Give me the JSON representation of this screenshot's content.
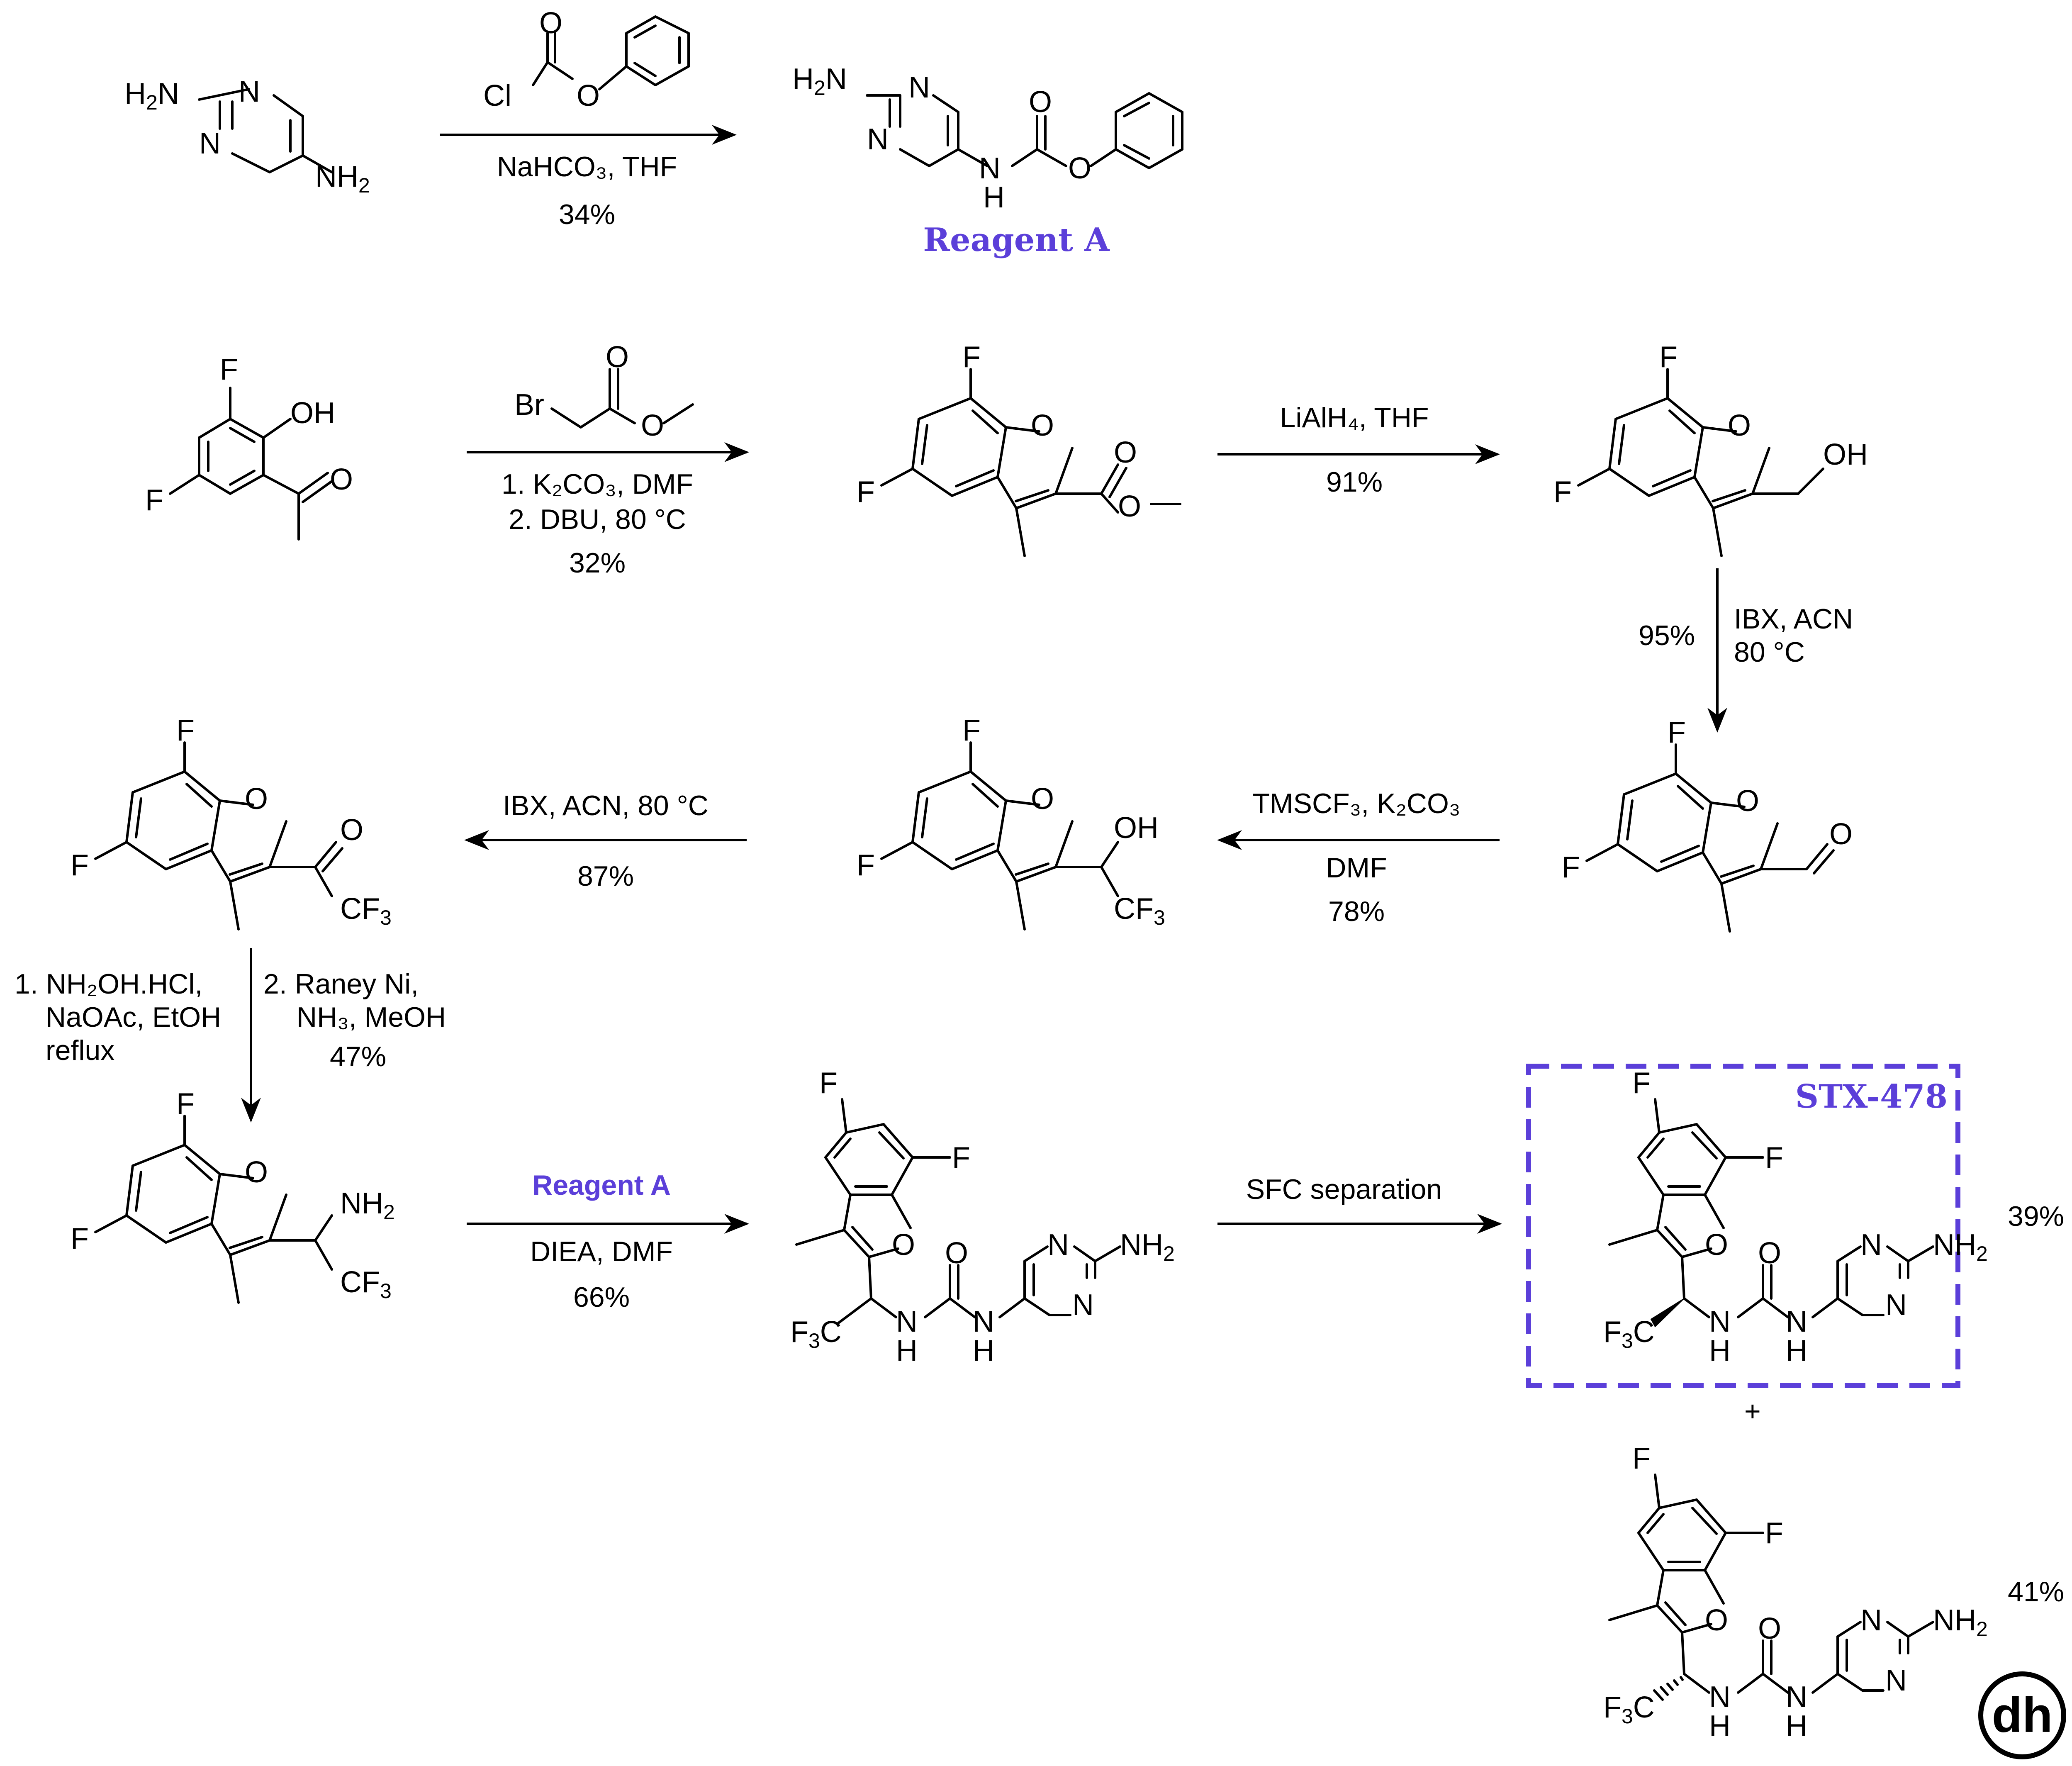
{
  "colors": {
    "accent": "#5b3fd9",
    "ink": "#000000"
  },
  "atoms": {
    "NH2": "NH",
    "H2N": "H",
    "N": "N",
    "H": "H",
    "O": "O",
    "Cl": "Cl",
    "F": "F",
    "OH": "OH",
    "Br": "Br",
    "CF3": "CF",
    "F3C": "F",
    "sub2": "2",
    "sub3": "3"
  },
  "step1": {
    "conditions": "NaHCO₃, THF",
    "yield": "34%",
    "product_label": "Reagent A"
  },
  "step2": {
    "line1": "1. K₂CO₃, DMF",
    "line2": "2. DBU, 80 °C",
    "yield": "32%"
  },
  "step3": {
    "conditions": "LiAlH₄, THF",
    "yield": "91%"
  },
  "step4": {
    "yield": "95%",
    "line1": "IBX, ACN",
    "line2": "80 °C"
  },
  "step5": {
    "line1": "TMSCF₃, K₂CO₃",
    "line2": "DMF",
    "yield": "78%"
  },
  "step6": {
    "conditions": "IBX, ACN, 80 °C",
    "yield": "87%"
  },
  "step7": {
    "left1": "1. NH₂OH.HCl,",
    "left2": "NaOAc, EtOH",
    "left3": "reflux",
    "right1": "2. Raney Ni,",
    "right2": "NH₃, MeOH",
    "yield": "47%"
  },
  "step8": {
    "reagent": "Reagent A",
    "conditions": "DIEA, DMF",
    "yield": "66%"
  },
  "step9": {
    "conditions": "SFC separation",
    "product_label": "STX-478",
    "plus": "+",
    "yield_a": "39%",
    "yield_b": "41%"
  },
  "logo": {
    "text": "dh"
  }
}
